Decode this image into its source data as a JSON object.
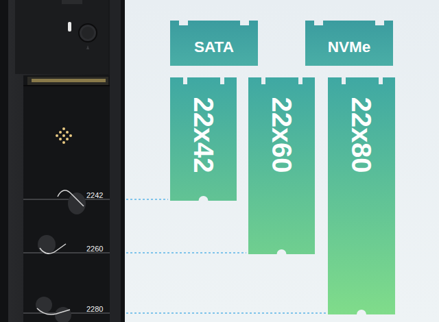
{
  "diagram": {
    "nodes": [
      {
        "text": [
          "SATA"
        ]
      },
      {
        "text": [
          "NVMe"
        ]
      },
      {
        "text": [
          "22x42"
        ]
      },
      {
        "text": [
          "22x60"
        ]
      },
      {
        "text": [
          "22x80"
        ]
      }
    ],
    "labels": [
      "2242",
      "2260",
      "2280"
    ]
  }
}
